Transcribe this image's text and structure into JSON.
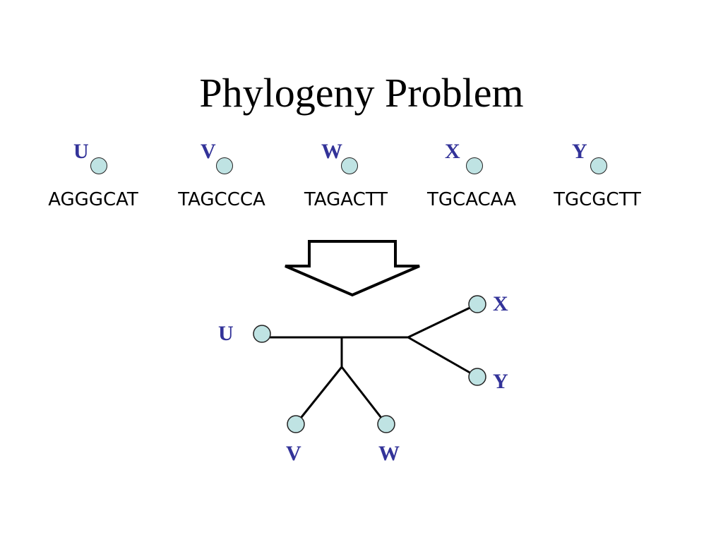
{
  "title": "Phylogeny Problem",
  "taxa": [
    {
      "label": "U",
      "sequence": "AGGGCAT"
    },
    {
      "label": "V",
      "sequence": "TAGCCCA"
    },
    {
      "label": "W",
      "sequence": "TAGACTT"
    },
    {
      "label": "X",
      "sequence": "TGCACAA"
    },
    {
      "label": "Y",
      "sequence": "TGCGCTT"
    }
  ],
  "tree": {
    "leaf_labels": {
      "U": "U",
      "V": "V",
      "W": "W",
      "X": "X",
      "Y": "Y"
    }
  },
  "colors": {
    "label": "#333399",
    "node_fill": "#bfe3e3",
    "node_stroke": "#222222",
    "line": "#000000"
  }
}
